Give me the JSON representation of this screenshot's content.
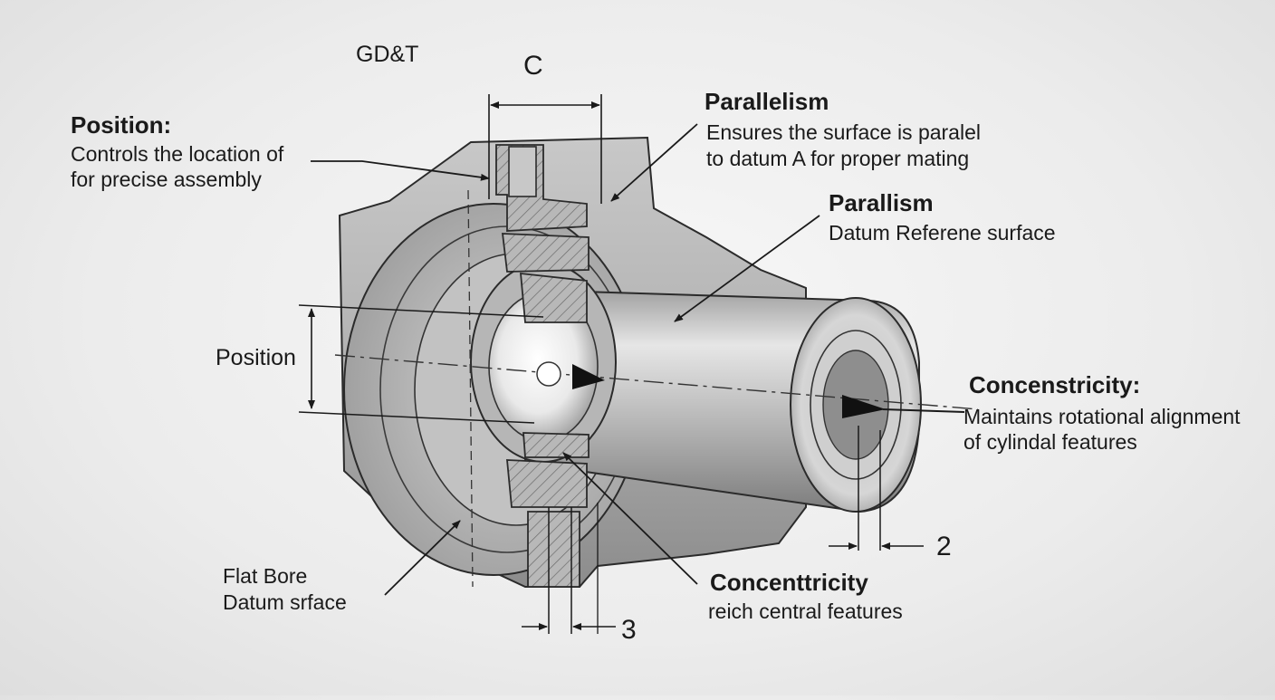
{
  "diagram": {
    "top_title": "GD&T",
    "dim_c": "C",
    "position_callout": {
      "heading": "Position:",
      "line1": "Controls the location of",
      "line2": "for precise assembly"
    },
    "parallelism_callout": {
      "heading": "Parallelism",
      "line1": "Ensures the surface is paralel",
      "line2": "to datum A for proper mating"
    },
    "parallism_callout": {
      "heading": "Parallism",
      "line1": "Datum Referene surface"
    },
    "position_dim_label": "Position",
    "concenstricity_callout": {
      "heading": "Concenstricity:",
      "line1": "Maintains rotational alignment",
      "line2": "of cylindal features"
    },
    "flat_bore_callout": {
      "line1": "Flat Bore",
      "line2": "Datum srface"
    },
    "concentricity_callout": {
      "heading": "Concenttricity",
      "line1": "reich central features"
    },
    "dim_2": "2",
    "dim_3": "3"
  },
  "colors": {
    "metal_light": "#d9d9d9",
    "metal_mid": "#a9a9a9",
    "metal_dark": "#6f6f6f",
    "outline": "#2b2b2b",
    "background": "#ececec"
  }
}
